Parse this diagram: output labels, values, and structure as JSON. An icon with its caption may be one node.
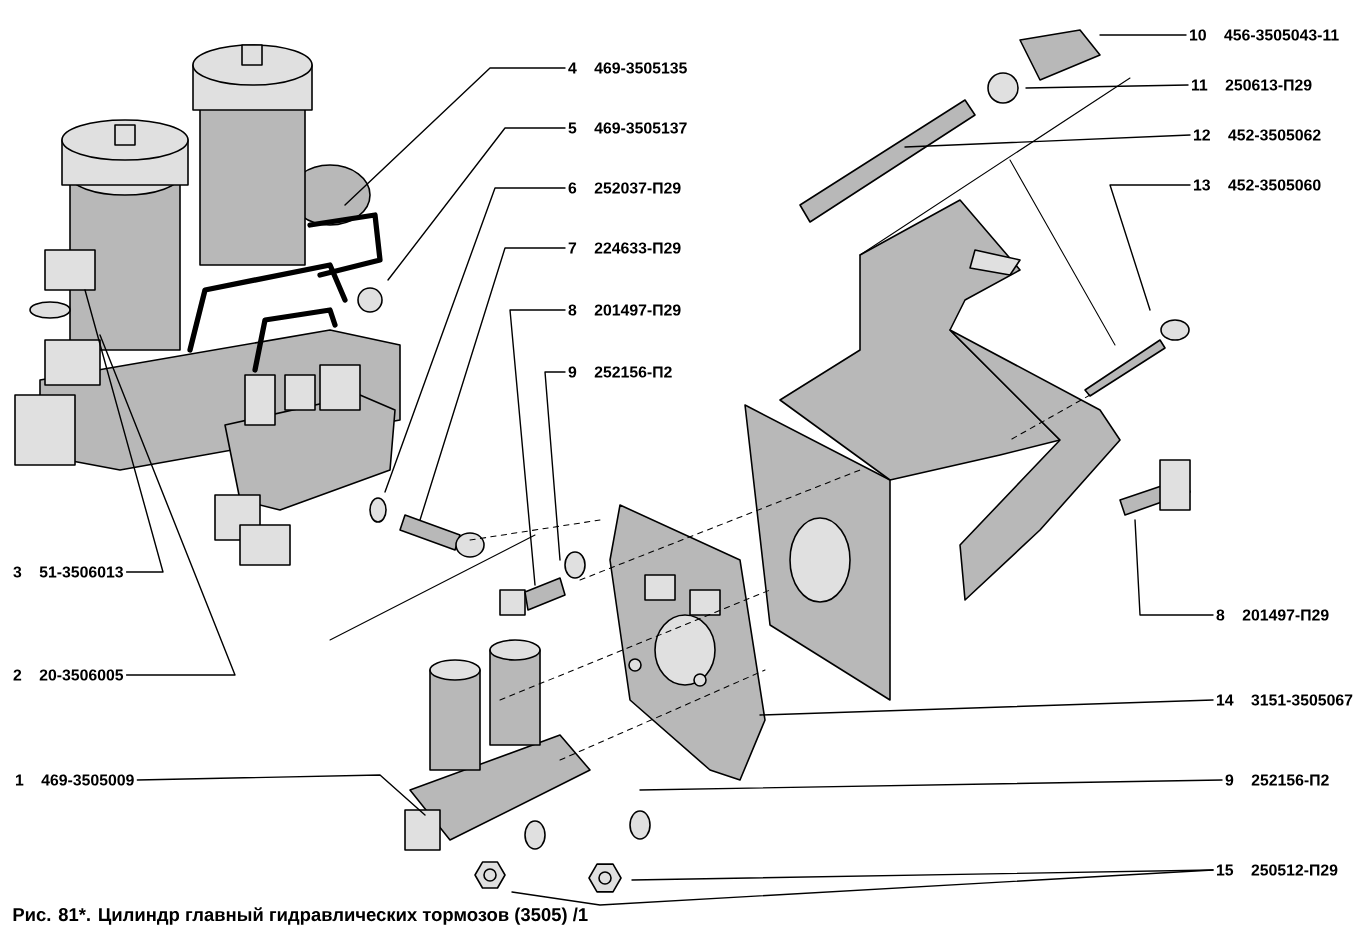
{
  "diagram": {
    "caption": "Рис. 81*. Цилиндр главный гидравлических тормозов (3505) /1",
    "nodes": [
      {
        "text": [
          "10",
          "456-3505043-11"
        ]
      },
      {
        "text": [
          "4",
          "469-3505135"
        ]
      },
      {
        "text": [
          "11",
          "250613-П29"
        ]
      },
      {
        "text": [
          "5",
          "469-3505137"
        ]
      },
      {
        "text": [
          "12",
          "452-3505062"
        ]
      },
      {
        "text": [
          "13",
          "452-3505060"
        ]
      },
      {
        "text": [
          "6",
          "252037-П29"
        ]
      },
      {
        "text": [
          "7",
          "224633-П29"
        ]
      },
      {
        "text": [
          "8",
          "201497-П29"
        ]
      },
      {
        "text": [
          "9",
          "252156-П2"
        ]
      },
      {
        "text": [
          "3",
          "51-3506013"
        ]
      },
      {
        "text": [
          "8",
          "201497-П29"
        ]
      },
      {
        "text": [
          "2",
          "20-3506005"
        ]
      },
      {
        "text": [
          "14",
          "3151-3505067"
        ]
      },
      {
        "text": [
          "1",
          "469-3505009"
        ]
      },
      {
        "text": [
          "9",
          "252156-П2"
        ]
      },
      {
        "text": [
          "15",
          "250512-П29"
        ]
      }
    ],
    "edges": [
      {
        "from": 0,
        "to": null,
        "arrow": "none"
      },
      {
        "from": 1,
        "to": null,
        "arrow": "none"
      },
      {
        "from": 2,
        "to": null,
        "arrow": "none"
      },
      {
        "from": 3,
        "to": null,
        "arrow": "none"
      },
      {
        "from": 4,
        "to": null,
        "arrow": "none"
      },
      {
        "from": 5,
        "to": null,
        "arrow": "none"
      },
      {
        "from": 6,
        "to": null,
        "arrow": "none"
      },
      {
        "from": 7,
        "to": null,
        "arrow": "none"
      },
      {
        "from": 8,
        "to": null,
        "arrow": "none"
      },
      {
        "from": 9,
        "to": null,
        "arrow": "none"
      },
      {
        "from": 10,
        "to": null,
        "arrow": "none"
      },
      {
        "from": 11,
        "to": null,
        "arrow": "none"
      },
      {
        "from": 12,
        "to": null,
        "arrow": "none"
      },
      {
        "from": 13,
        "to": null,
        "arrow": "none"
      },
      {
        "from": 14,
        "to": null,
        "arrow": "none"
      },
      {
        "from": 15,
        "to": null,
        "arrow": "none"
      },
      {
        "from": 16,
        "to": null,
        "arrow": "none"
      },
      {
        "from": 16,
        "to": null,
        "arrow": "none"
      }
    ]
  }
}
